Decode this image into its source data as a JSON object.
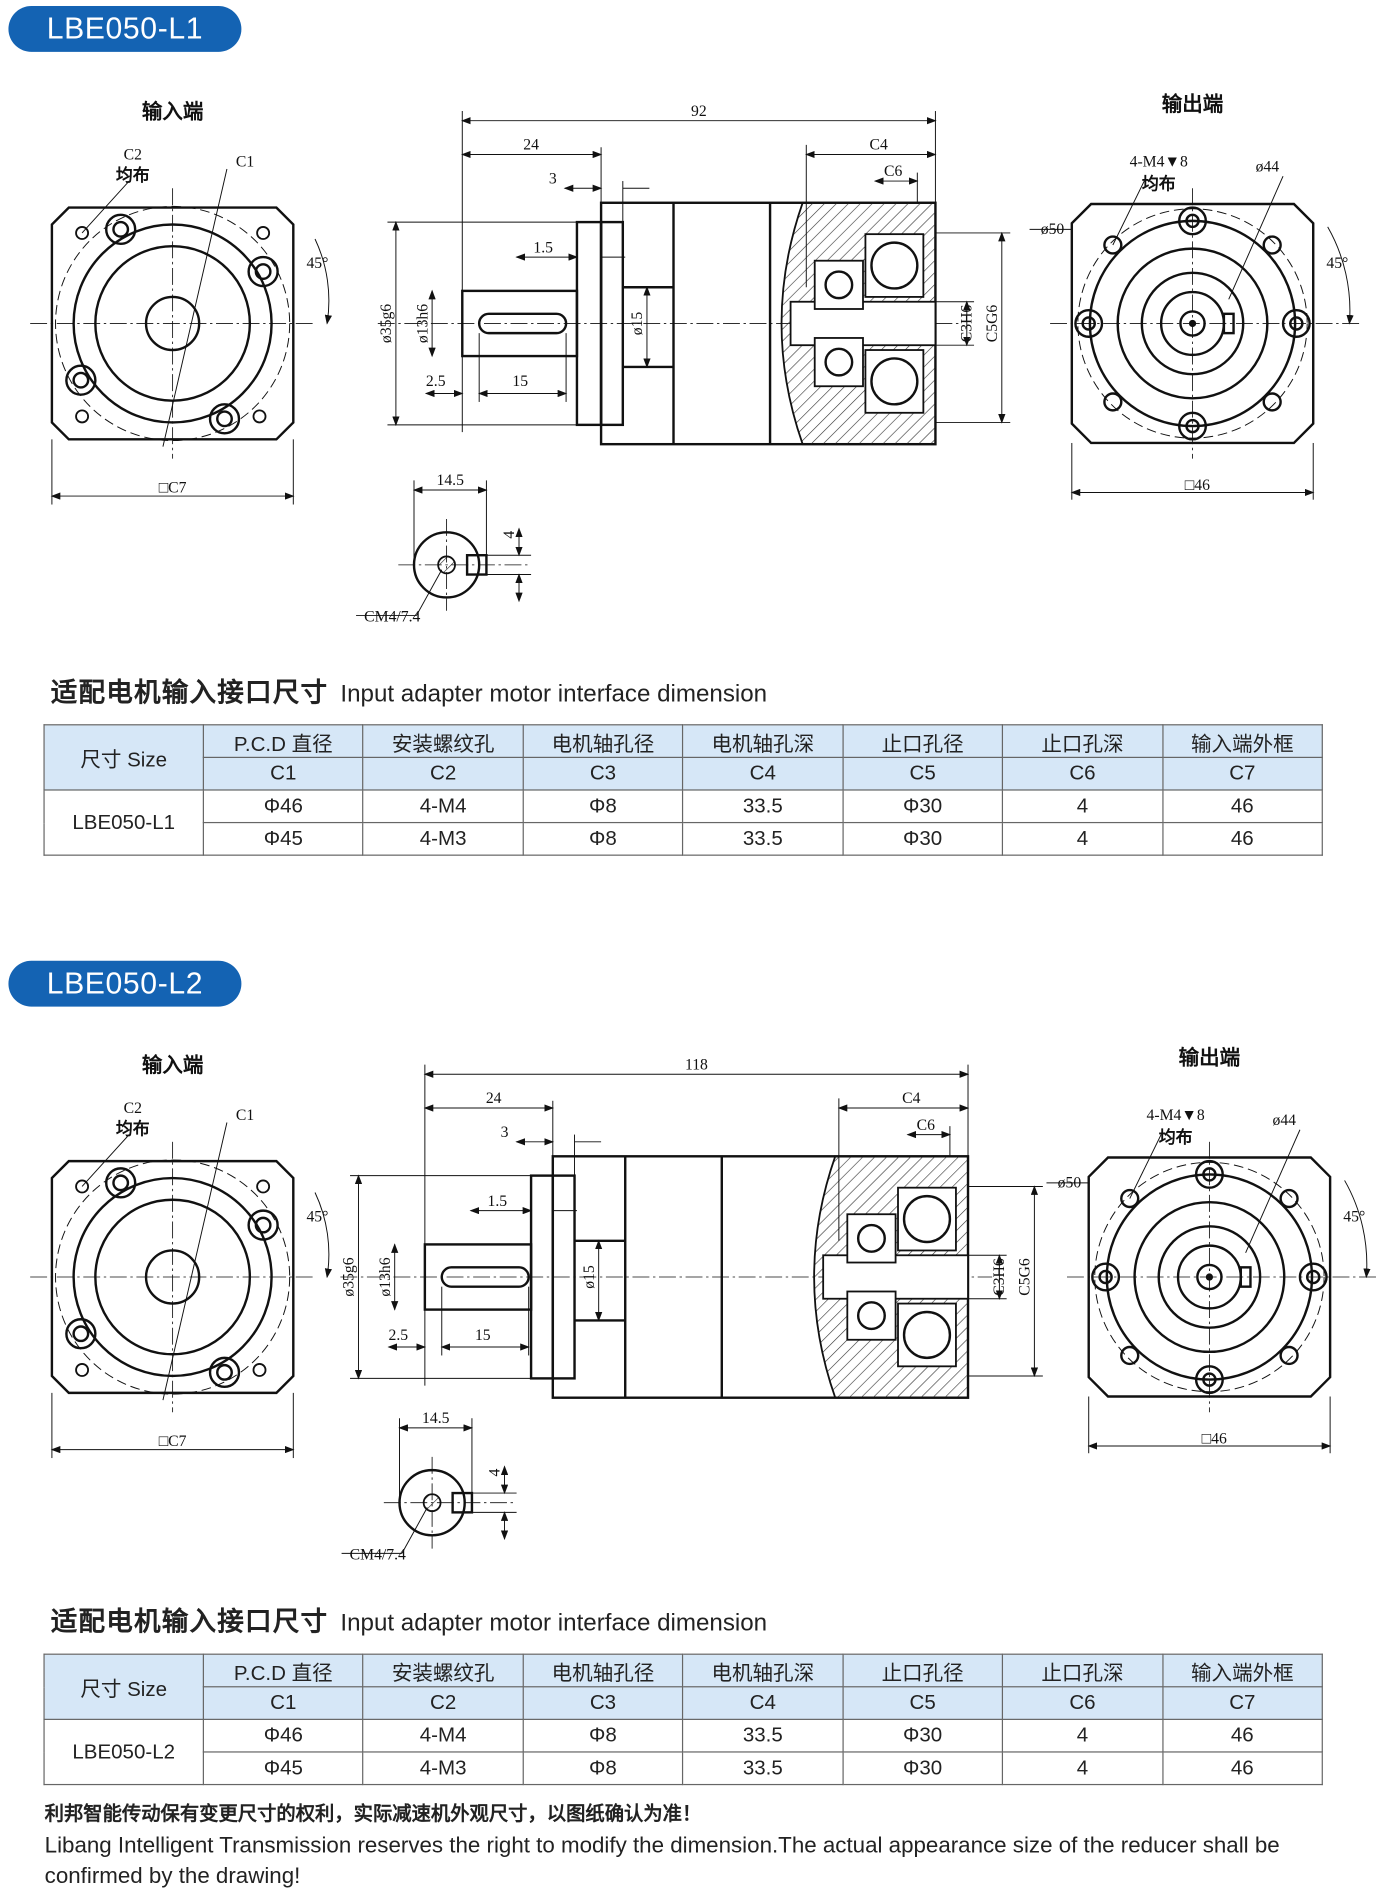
{
  "sections": [
    {
      "badge": "LBE050-L1",
      "input_label": "输入端",
      "output_label": "输出端",
      "input_dims": {
        "c2": "C2",
        "c2_note": "均布",
        "c1": "C1",
        "angle": "45°",
        "c7": "□C7"
      },
      "side_dims": {
        "overall": "92",
        "d24": "24",
        "d3": "3",
        "c4": "C4",
        "c6": "C6",
        "d1_5": "1.5",
        "d35": "ø35g6",
        "d13": "ø13h6",
        "d15": "ø15",
        "c3": "C3H6",
        "c5": "C5G6",
        "d2_5": "2.5",
        "len15": "15"
      },
      "output_dims": {
        "d50": "ø50",
        "holes": "4-M4▼8",
        "holes_note": "均布",
        "d44": "ø44",
        "angle": "45°",
        "sq": "□46"
      },
      "key_dims": {
        "w": "14.5",
        "h": "4",
        "thread": "CM4/7.4"
      },
      "title_cn": "适配电机输入接口尺寸",
      "title_en": "Input adapter motor interface dimension",
      "table": {
        "size_label": "尺寸 Size",
        "headers": [
          "P.C.D 直径",
          "安装螺纹孔",
          "电机轴孔径",
          "电机轴孔深",
          "止口孔径",
          "止口孔深",
          "输入端外框"
        ],
        "codes": [
          "C1",
          "C2",
          "C3",
          "C4",
          "C5",
          "C6",
          "C7"
        ],
        "model": "LBE050-L1",
        "rows": [
          [
            "Φ46",
            "4-M4",
            "Φ8",
            "33.5",
            "Φ30",
            "4",
            "46"
          ],
          [
            "Φ45",
            "4-M3",
            "Φ8",
            "33.5",
            "Φ30",
            "4",
            "46"
          ]
        ]
      }
    },
    {
      "badge": "LBE050-L2",
      "input_label": "输入端",
      "output_label": "输出端",
      "input_dims": {
        "c2": "C2",
        "c2_note": "均布",
        "c1": "C1",
        "angle": "45°",
        "c7": "□C7"
      },
      "side_dims": {
        "overall": "118",
        "d24": "24",
        "d3": "3",
        "c4": "C4",
        "c6": "C6",
        "d1_5": "1.5",
        "d35": "ø35g6",
        "d13": "ø13h6",
        "d15": "ø15",
        "c3": "C3H6",
        "c5": "C5G6",
        "d2_5": "2.5",
        "len15": "15"
      },
      "output_dims": {
        "d50": "ø50",
        "holes": "4-M4▼8",
        "holes_note": "均布",
        "d44": "ø44",
        "angle": "45°",
        "sq": "□46"
      },
      "key_dims": {
        "w": "14.5",
        "h": "4",
        "thread": "CM4/7.4"
      },
      "title_cn": "适配电机输入接口尺寸",
      "title_en": "Input adapter motor interface dimension",
      "table": {
        "size_label": "尺寸 Size",
        "headers": [
          "P.C.D 直径",
          "安装螺纹孔",
          "电机轴孔径",
          "电机轴孔深",
          "止口孔径",
          "止口孔深",
          "输入端外框"
        ],
        "codes": [
          "C1",
          "C2",
          "C3",
          "C4",
          "C5",
          "C6",
          "C7"
        ],
        "model": "LBE050-L2",
        "rows": [
          [
            "Φ46",
            "4-M4",
            "Φ8",
            "33.5",
            "Φ30",
            "4",
            "46"
          ],
          [
            "Φ45",
            "4-M3",
            "Φ8",
            "33.5",
            "Φ30",
            "4",
            "46"
          ]
        ]
      }
    }
  ],
  "footer": {
    "cn": "利邦智能传动保有变更尺寸的权利，实际减速机外观尺寸，以图纸确认为准！",
    "en": "Libang Intelligent Transmission reserves the right to modify the dimension.The actual appearance size of the reducer shall be confirmed by the drawing!"
  },
  "colors": {
    "badge": "#1463b3",
    "table_header": "#d6e7f7"
  }
}
